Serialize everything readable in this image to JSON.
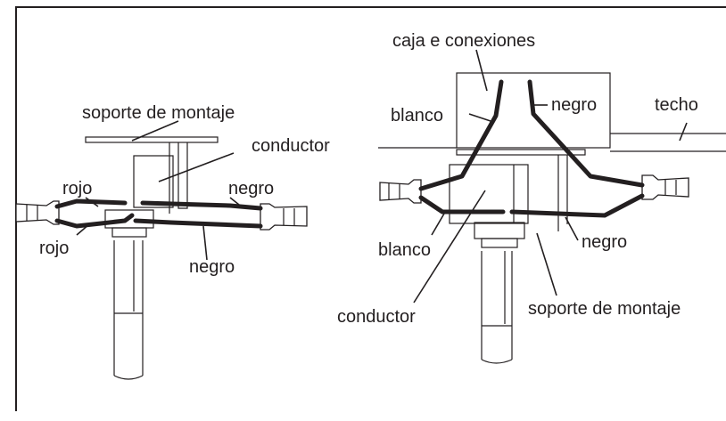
{
  "left_diagram": {
    "labels": {
      "mounting_bracket": "soporte de montaje",
      "conductor": "conductor",
      "red_top": "rojo",
      "red_bottom": "rojo",
      "black_top": "negro",
      "black_bottom": "negro"
    }
  },
  "right_diagram": {
    "labels": {
      "junction_box": "caja e conexiones",
      "white_top": "blanco",
      "black_top": "negro",
      "ceiling": "techo",
      "white_bottom": "blanco",
      "black_bottom": "negro",
      "conductor": "conductor",
      "mounting_bracket": "soporte de montaje"
    }
  },
  "colors": {
    "ink": "#231f20",
    "background": "#ffffff"
  }
}
